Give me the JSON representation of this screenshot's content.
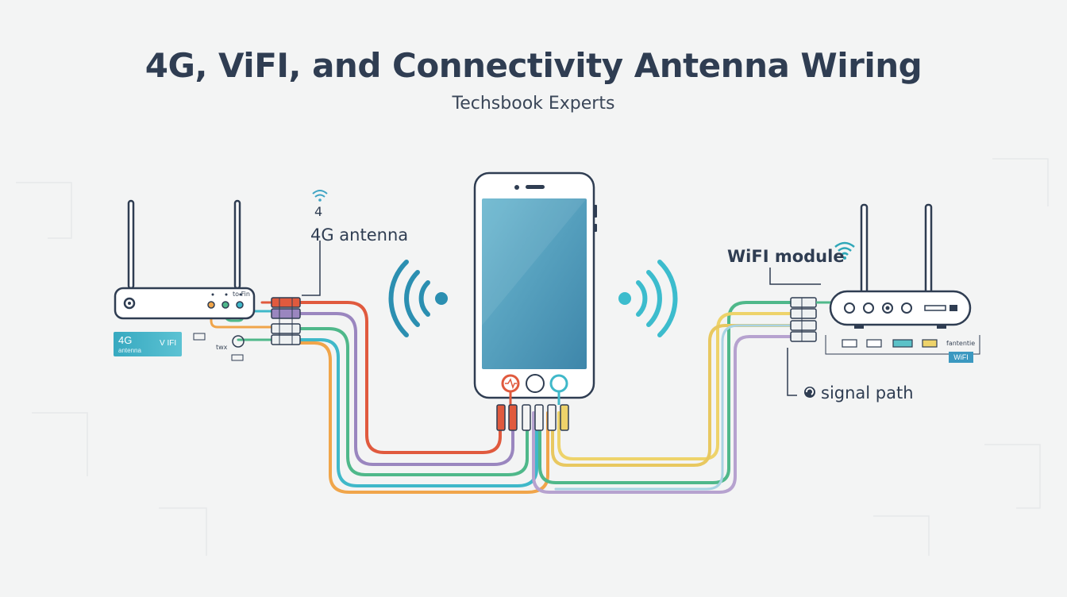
{
  "title": "4G, ViFI, and Connectivity Antenna Wiring",
  "subtitle": "Techsbook Experts",
  "labels": {
    "antenna_4g": "4G antenna",
    "antenna_4g_number": "4",
    "wifi_module": "WiFI module",
    "signal_path": "signal path",
    "router_port": "to Fin",
    "router_small": "twx",
    "badge_main": "4G",
    "badge_sub": "antenna",
    "badge_right": "V IFI",
    "right_router_small": "fantentie",
    "right_wifi_tag": "WiFI"
  },
  "colors": {
    "title": "#2f3d52",
    "red": "#e05a3e",
    "purple": "#9a86bf",
    "teal": "#3fb8c9",
    "orange": "#f0a54a",
    "green": "#4fb88a",
    "yellow": "#eed36a",
    "lavender": "#b6a2cf",
    "light_blue": "#a9d3e3",
    "phone_screen": "#3e8fb0"
  }
}
